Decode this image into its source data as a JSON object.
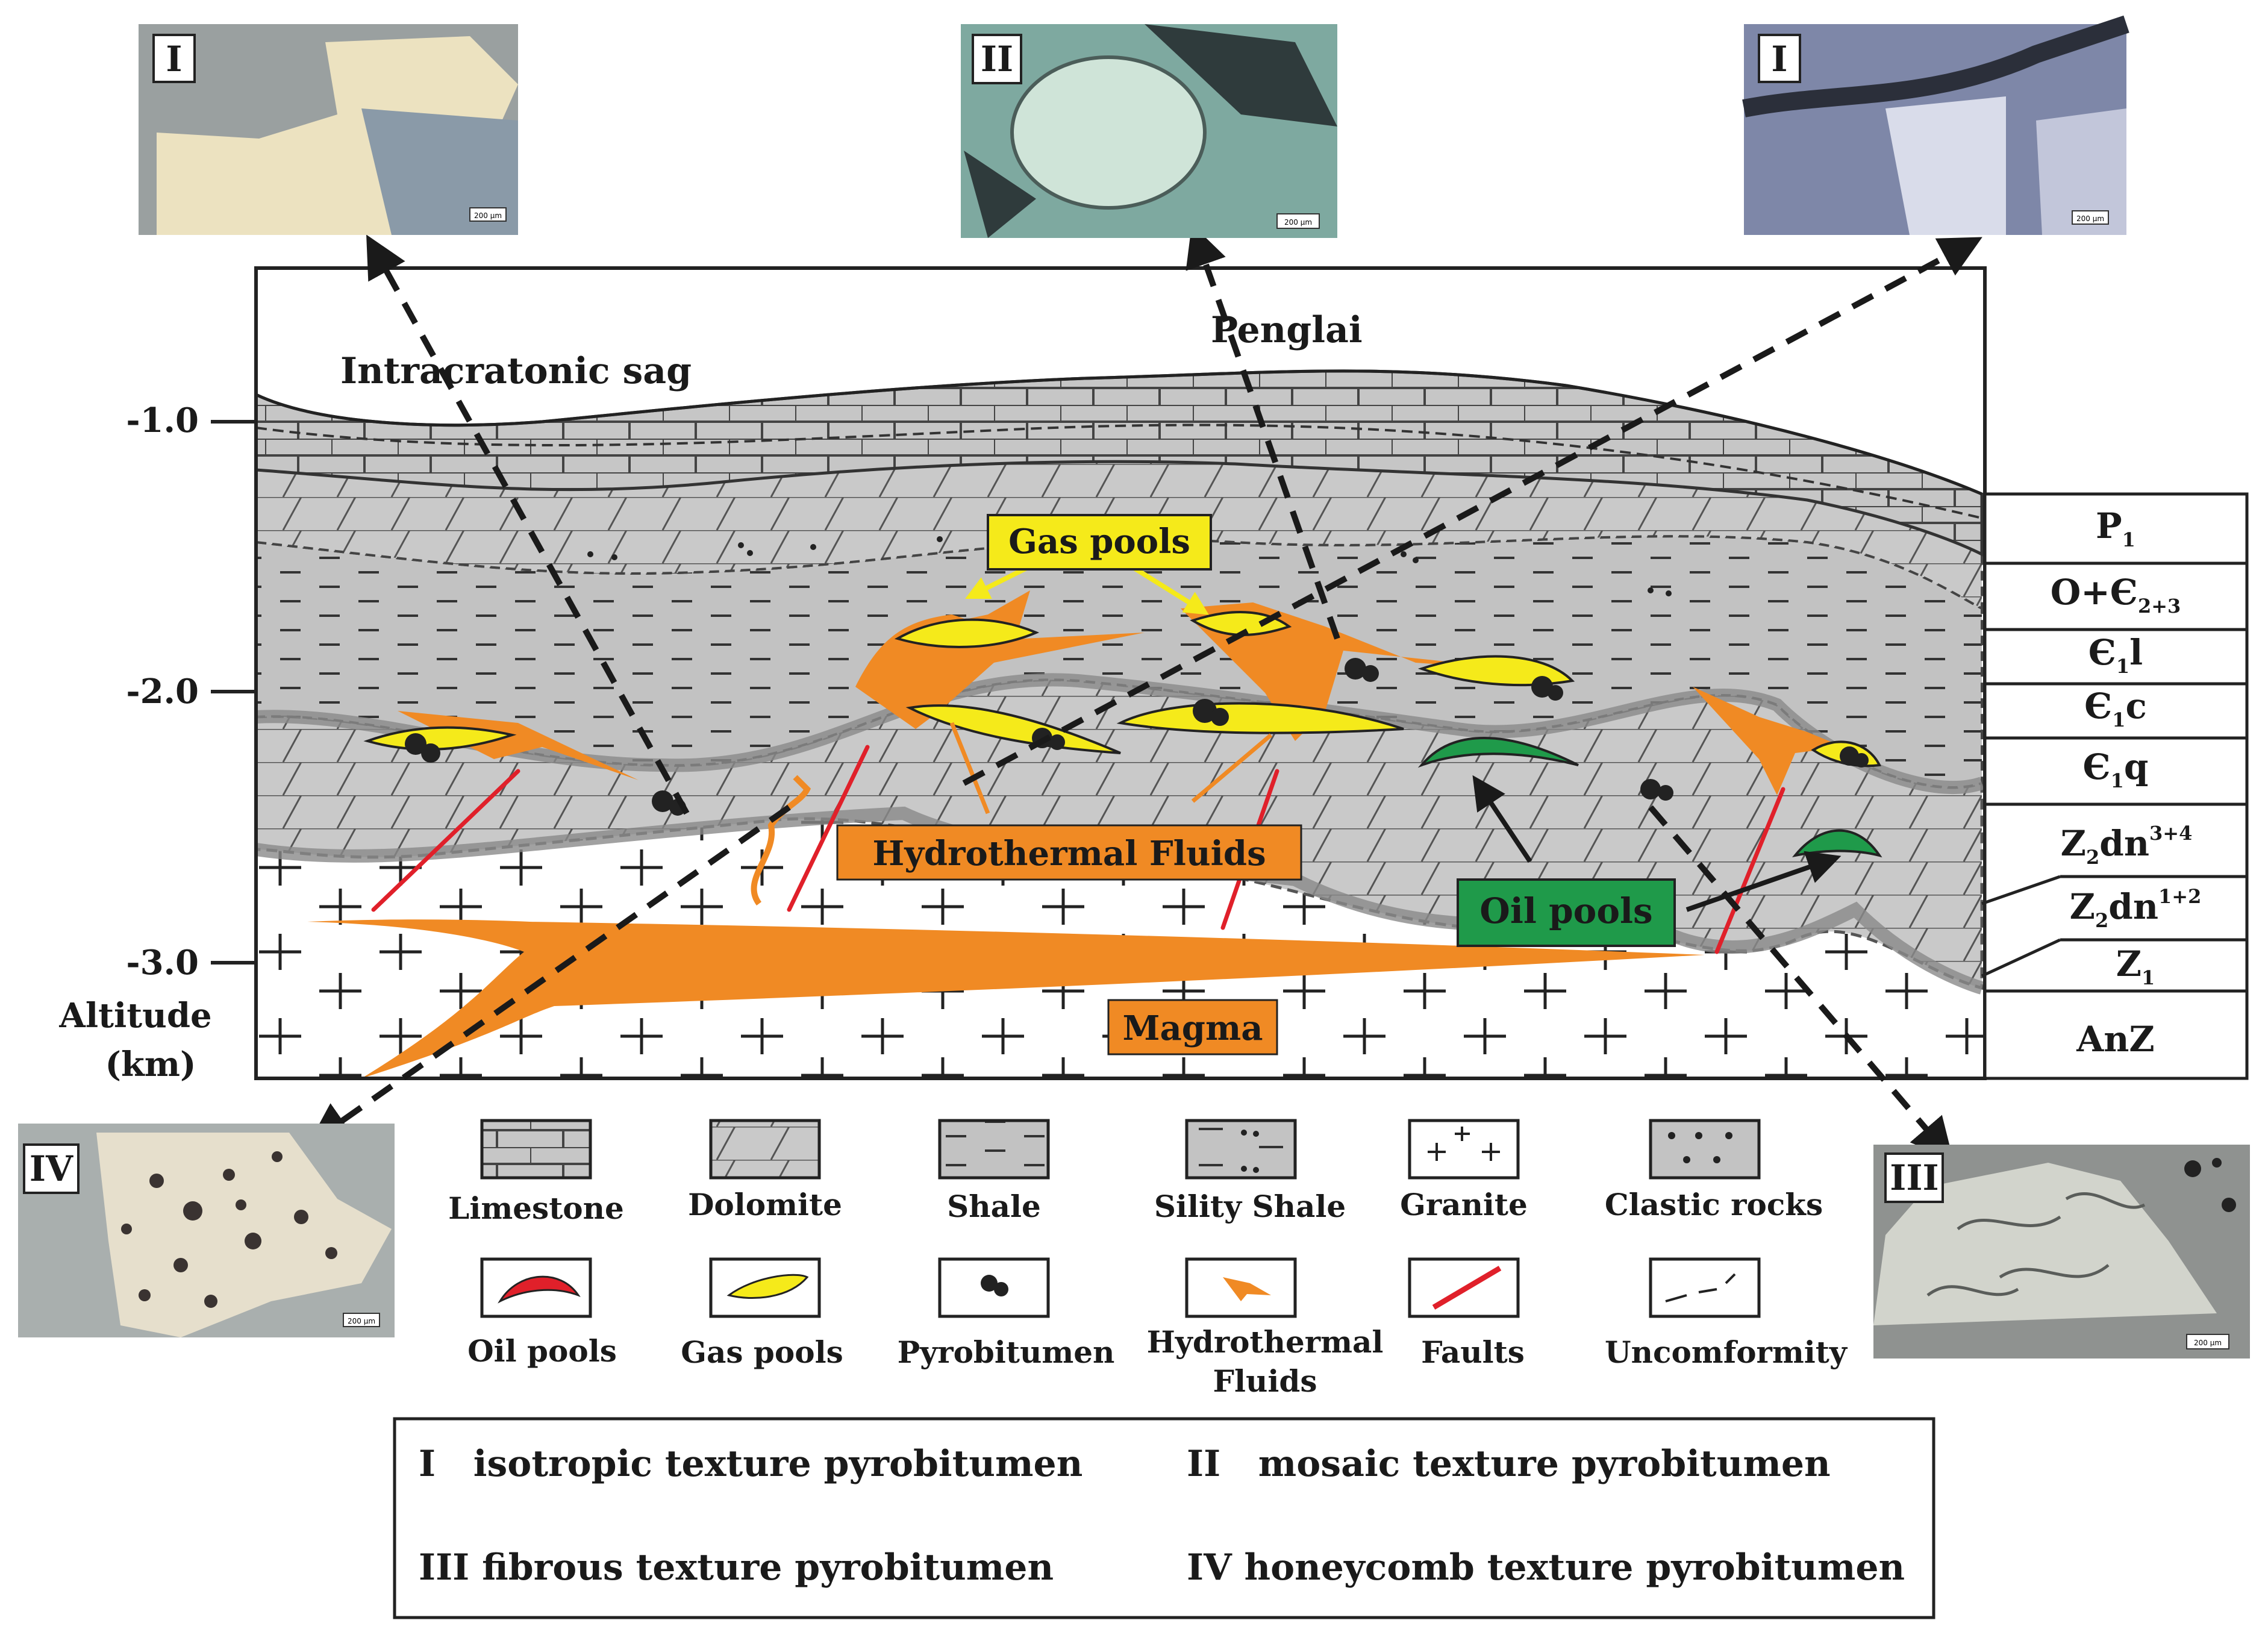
{
  "places": {
    "sag": "Intracratonic sag",
    "penglai": "Penglai"
  },
  "axis": {
    "title_line1": "Altitude",
    "title_line2": "(km)",
    "ticks": [
      "-1.0",
      "-2.0",
      "-3.0"
    ]
  },
  "strata": [
    "P",
    "O+Є",
    "Є",
    "Є",
    "Є",
    "Z",
    "Z",
    "Z",
    "AnZ"
  ],
  "strata_sub": [
    "1",
    "2+3",
    "1",
    "1",
    "1",
    "2",
    "2",
    "1",
    ""
  ],
  "strata_tail": [
    "",
    "",
    "l",
    "c",
    "q",
    "dn",
    "dn",
    "",
    ""
  ],
  "strata_sup": [
    "",
    "",
    "",
    "",
    "",
    "3+4",
    "1+2",
    "",
    ""
  ],
  "callouts": {
    "gas": "Gas pools",
    "hydro": "Hydrothermal Fluids",
    "oil": "Oil pools",
    "magma": "Magma"
  },
  "micro": [
    "I",
    "II",
    "I",
    "IV",
    "III"
  ],
  "scale_text": "200 μm",
  "legend": [
    "Limestone",
    "Dolomite",
    "Shale",
    "Sility Shale",
    "Granite",
    "Clastic rocks",
    "Oil pools",
    "Gas pools",
    "Pyrobitumen",
    "Hydrothermal",
    "Faults",
    "Uncomformity"
  ],
  "legend_extra": "Fluids",
  "notes": [
    "I   isotropic texture pyrobitumen",
    "II   mosaic texture pyrobitumen",
    "III fibrous texture pyrobitumen",
    "IV honeycomb texture pyrobitumen"
  ],
  "colors": {
    "gas": "#f5ea1a",
    "hydro": "#f08a24",
    "oil": "#1f9a4a",
    "fault": "#e0202a",
    "rock": "#c8c8c8",
    "oil_legend": "#e0202a"
  }
}
